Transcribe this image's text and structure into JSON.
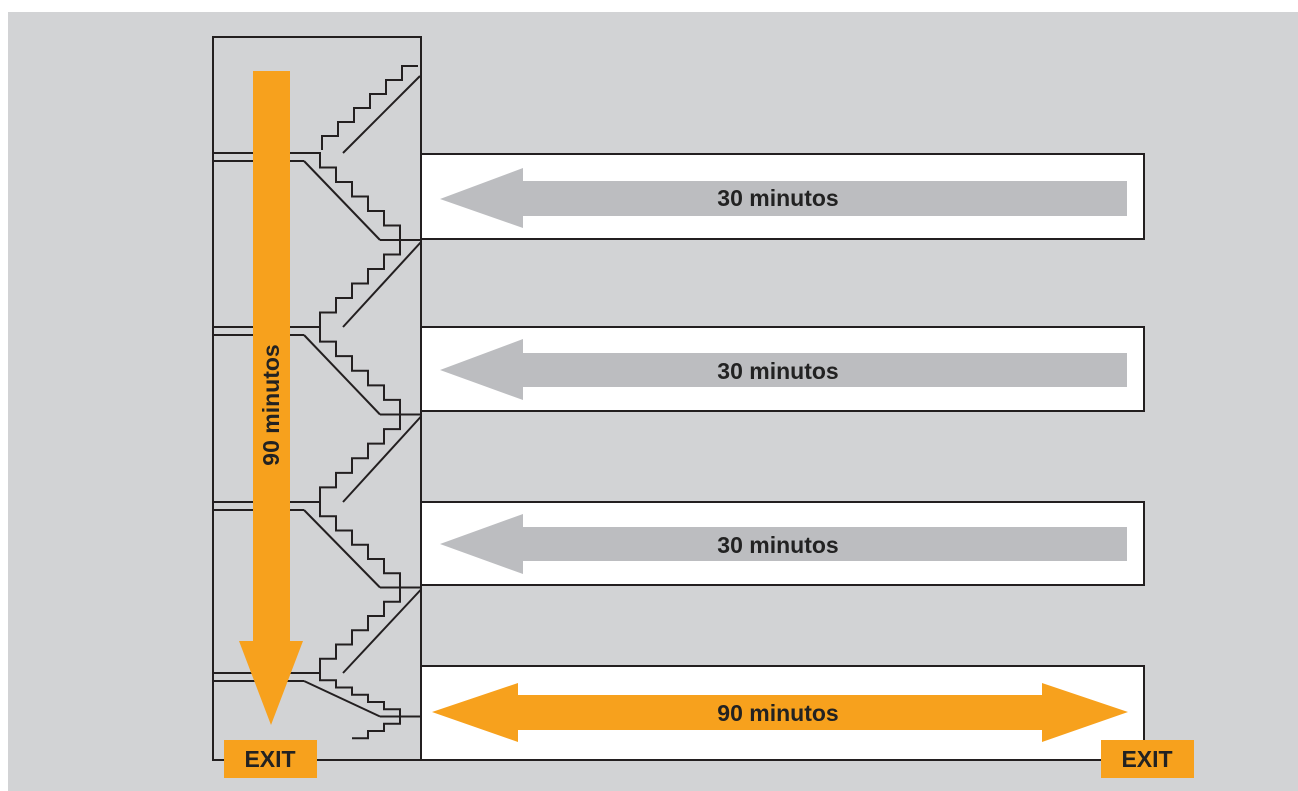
{
  "colors": {
    "background": "#d2d3d5",
    "corridor_fill": "#ffffff",
    "outline": "#231f20",
    "gray_arrow": "#bcbdc0",
    "orange_arrow": "#f7a11d",
    "text": "#222222"
  },
  "vertical_arrow": {
    "label": "90 minutos"
  },
  "floors": [
    {
      "label": "30 minutos"
    },
    {
      "label": "30 minutos"
    },
    {
      "label": "30 minutos"
    }
  ],
  "ground_floor": {
    "label": "90 minutos"
  },
  "exits": {
    "left": "EXIT",
    "right": "EXIT"
  }
}
